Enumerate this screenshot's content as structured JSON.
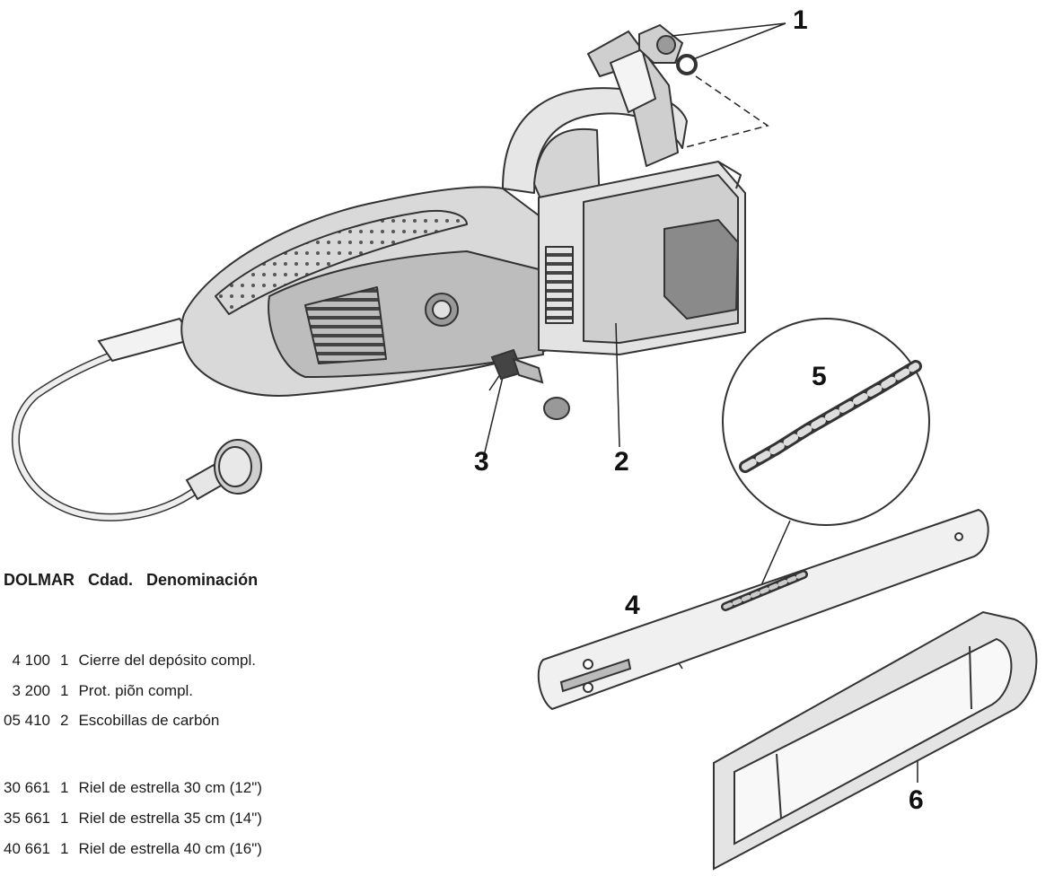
{
  "callouts": {
    "c1": "1",
    "c2": "2",
    "c3": "3",
    "c4": "4",
    "c5": "5",
    "c6": "6"
  },
  "table": {
    "header": {
      "col1": "DOLMAR",
      "col2": "Cdad.",
      "col3": "Denominación"
    },
    "rows": [
      {
        "num": "4 100",
        "qty": "1",
        "desc": "Cierre del depósito compl."
      },
      {
        "num": "3 200",
        "qty": "1",
        "desc": "Prot. piõn compl."
      },
      {
        "num": "05 410",
        "qty": "2",
        "desc": "Escobillas de carbón"
      },
      {
        "num": "30 661",
        "qty": "1",
        "desc": "Riel de estrella 30 cm (12\")"
      },
      {
        "num": "35 661",
        "qty": "1",
        "desc": "Riel de estrella 35 cm (14\")"
      },
      {
        "num": "40 661",
        "qty": "1",
        "desc": "Riel de estrella 40 cm (16\")"
      }
    ]
  }
}
